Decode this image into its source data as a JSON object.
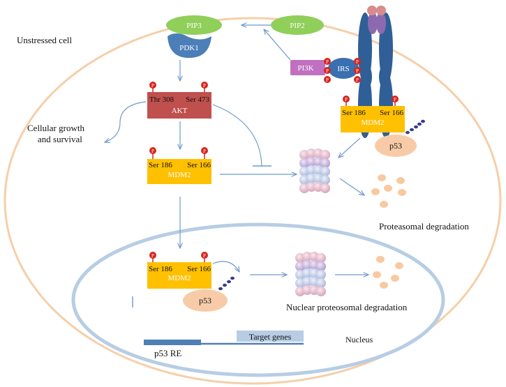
{
  "labels": {
    "unstressed_cell": "Unstressed cell",
    "pip3": "PIP3",
    "pip2": "PIP2",
    "pdk1": "PDK1",
    "pi3k": "PI3K",
    "irs": "IRS",
    "phospho": "P",
    "akt_thr": "Thr 308",
    "akt_ser": "Ser 473",
    "akt": "AKT",
    "cellular_growth_line1": "Cellular growth",
    "cellular_growth_line2": "and survival",
    "mdm2_ser186": "Ser 186",
    "mdm2_ser166": "Ser 166",
    "mdm2": "MDM2",
    "p53": "p53",
    "proteasomal_degradation": "Proteasomal degradation",
    "nuclear_degradation": "Nuclear proteosomal degradation",
    "nucleus": "Nucleus",
    "target_genes": "Target genes",
    "p53_re": "p53 RE"
  },
  "colors": {
    "cell_membrane": "#f5cfa8",
    "nucleus_membrane": "#b7cde4",
    "pip_green": "#8fcf5a",
    "pdk1_blue": "#4c7fb8",
    "receptor_blue": "#2f5f96",
    "receptor_top": "#8d6ab0",
    "receptor_knob": "#d98c8c",
    "pi3k_purple": "#c070c0",
    "irs_blue": "#3a6fb0",
    "phospho_red": "#d6251f",
    "akt_red": "#c0504d",
    "mdm2_yellow": "#ffc000",
    "p53_peach": "#f8cba8",
    "ubiquitin": "#3a3a8a",
    "fragment": "#f8c9a0",
    "arrow": "#6f9acb",
    "dna_blue": "#4e7fb5",
    "target_box": "#b8cce4"
  }
}
